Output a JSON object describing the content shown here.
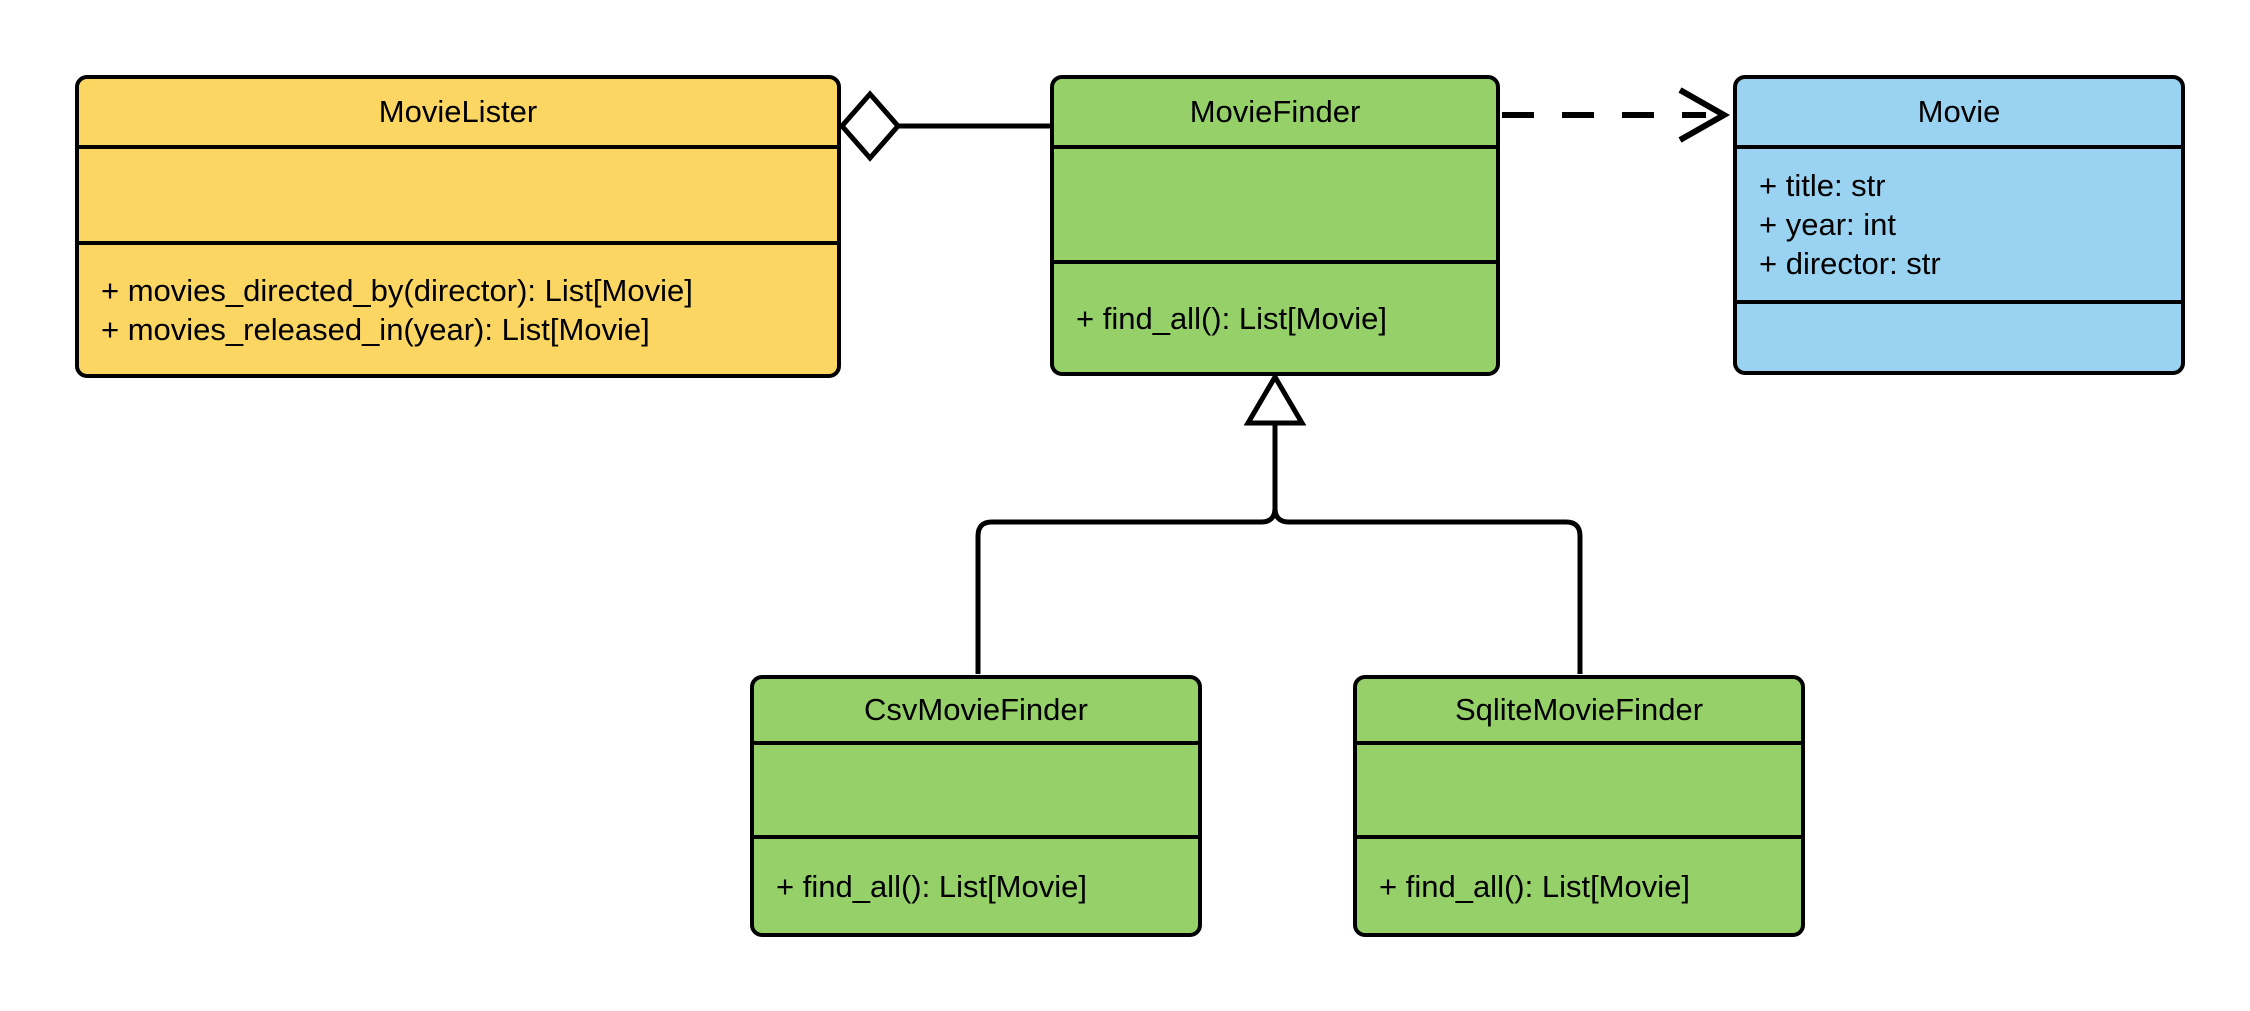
{
  "diagram": {
    "type": "uml-class-diagram",
    "background": "#ffffff",
    "stroke_color": "#000000",
    "classes": [
      {
        "name": "MovieLister",
        "fill": "#FBD662",
        "attributes": [],
        "methods": [
          "+ movies_directed_by(director): List[Movie]",
          "+ movies_released_in(year): List[Movie]"
        ]
      },
      {
        "name": "MovieFinder",
        "fill": "#96D069",
        "attributes": [],
        "methods": [
          "+ find_all(): List[Movie]"
        ]
      },
      {
        "name": "Movie",
        "fill": "#9AD2F1",
        "attributes": [
          "+ title: str",
          "+ year: int",
          "+ director: str"
        ],
        "methods": []
      },
      {
        "name": "CsvMovieFinder",
        "fill": "#96D069",
        "attributes": [],
        "methods": [
          "+ find_all(): List[Movie]"
        ]
      },
      {
        "name": "SqliteMovieFinder",
        "fill": "#96D069",
        "attributes": [],
        "methods": [
          "+ find_all(): List[Movie]"
        ]
      }
    ],
    "relationships": [
      {
        "from": "MovieLister",
        "to": "MovieFinder",
        "type": "aggregation"
      },
      {
        "from": "MovieFinder",
        "to": "Movie",
        "type": "dependency"
      },
      {
        "from": "CsvMovieFinder",
        "to": "MovieFinder",
        "type": "inheritance"
      },
      {
        "from": "SqliteMovieFinder",
        "to": "MovieFinder",
        "type": "inheritance"
      }
    ]
  }
}
